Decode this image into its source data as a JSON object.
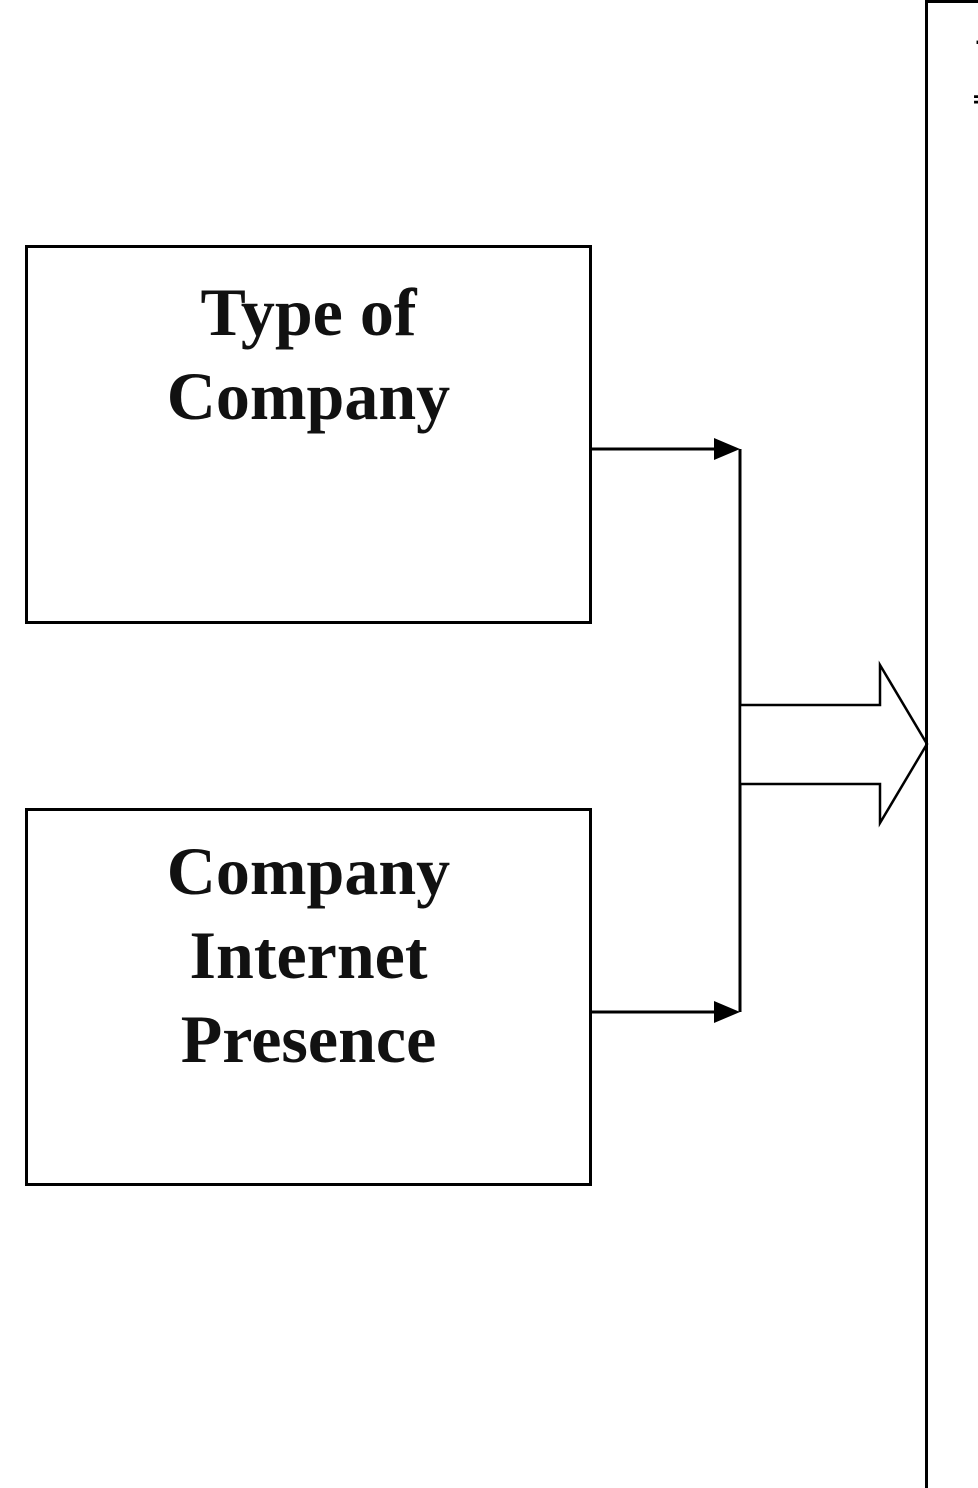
{
  "diagram": {
    "boxes": [
      {
        "id": "type-of-company",
        "lines": [
          "Type of",
          "Company"
        ]
      },
      {
        "id": "internet-presence",
        "lines": [
          "Company",
          "Internet",
          "Presence"
        ]
      }
    ],
    "arrow_color": "#000000",
    "box_border_color": "#000000"
  }
}
